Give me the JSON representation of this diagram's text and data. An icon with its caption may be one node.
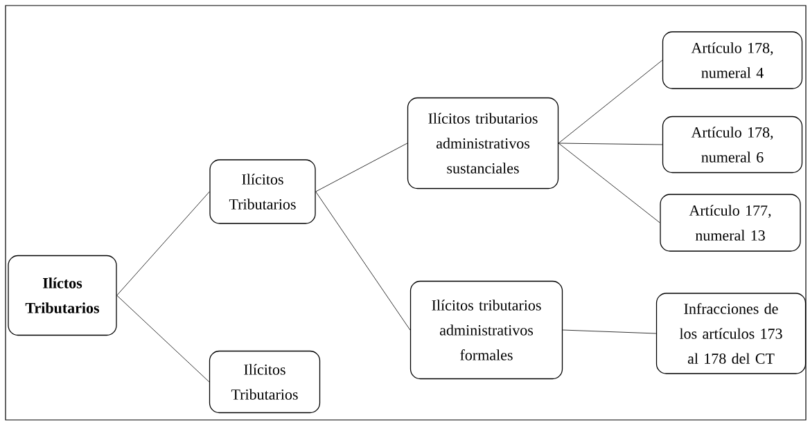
{
  "diagram": {
    "nodes": [
      {
        "text": [
          "Ilíctos Tributarios"
        ]
      },
      {
        "text": [
          "Ilícitos Tributarios"
        ]
      },
      {
        "text": [
          "Ilícitos Tributarios"
        ]
      },
      {
        "text": [
          "Ilícitos tributarios administrativos sustanciales"
        ]
      },
      {
        "text": [
          "Ilícitos tributarios administrativos formales"
        ]
      },
      {
        "text": [
          "Artículo 178, numeral 4"
        ]
      },
      {
        "text": [
          "Artículo 178, numeral 6"
        ]
      },
      {
        "text": [
          "Artículo 177, numeral 13"
        ]
      },
      {
        "text": [
          "Infracciones de los artículos 173 al 178 del CT"
        ]
      }
    ],
    "edges": [
      {
        "from": 0,
        "to": 1,
        "arrow": "none"
      },
      {
        "from": 0,
        "to": 2,
        "arrow": "none"
      },
      {
        "from": 1,
        "to": 3,
        "arrow": "none"
      },
      {
        "from": 1,
        "to": 4,
        "arrow": "none"
      },
      {
        "from": 3,
        "to": 5,
        "arrow": "none"
      },
      {
        "from": 3,
        "to": 6,
        "arrow": "none"
      },
      {
        "from": 3,
        "to": 7,
        "arrow": "none"
      },
      {
        "from": 4,
        "to": 8,
        "arrow": "none"
      }
    ]
  }
}
